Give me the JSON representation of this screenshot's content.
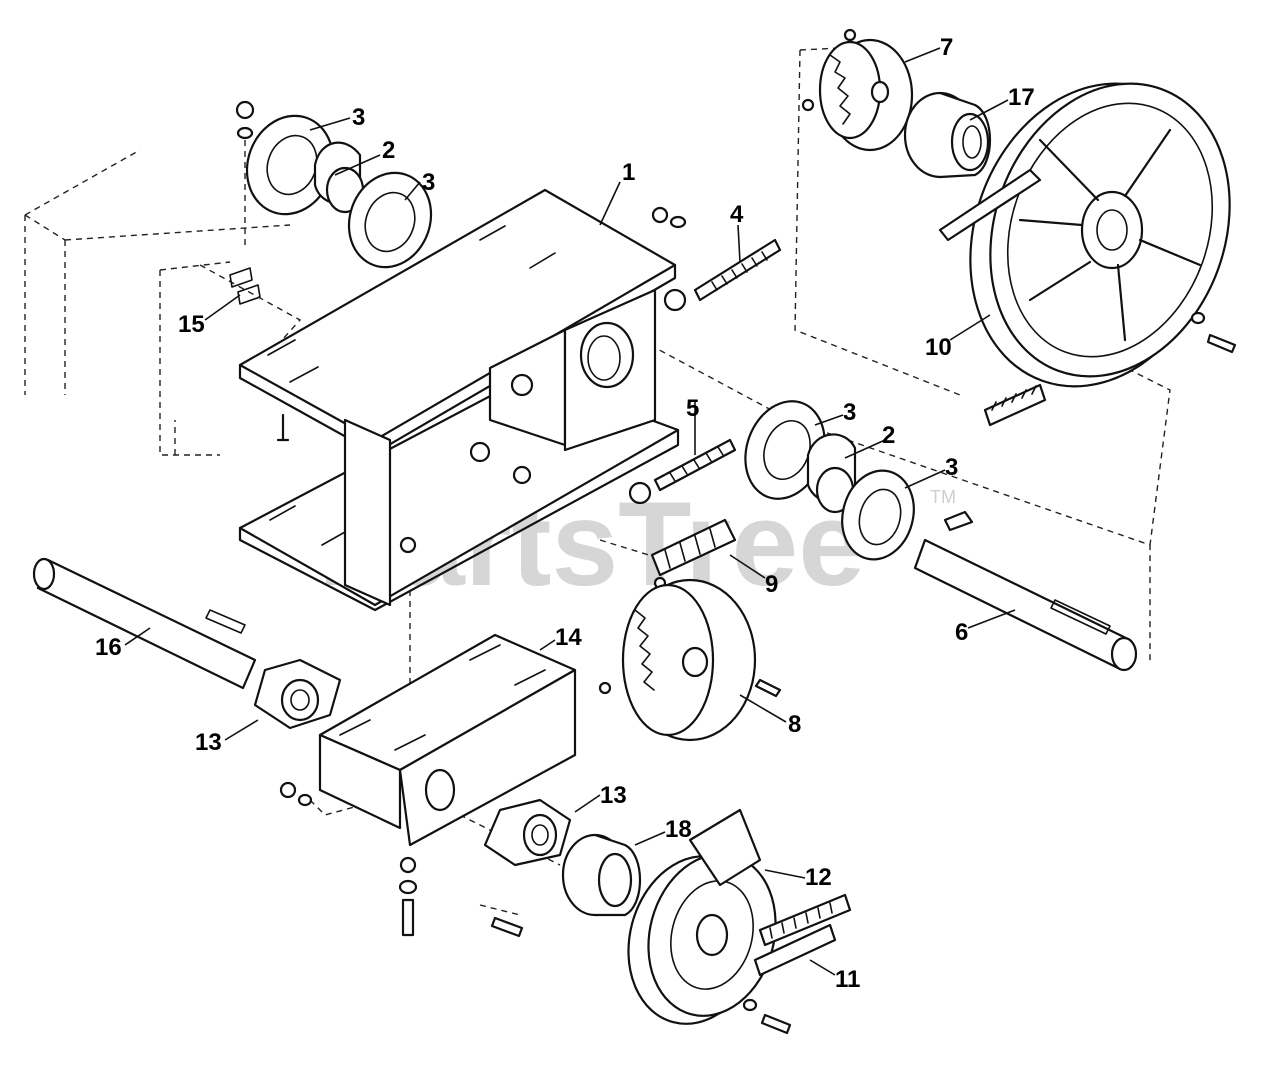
{
  "watermark": {
    "text": "PartsTree",
    "tm": "TM"
  },
  "callouts": [
    {
      "id": "1",
      "label": "1"
    },
    {
      "id": "2a",
      "label": "2"
    },
    {
      "id": "2b",
      "label": "2"
    },
    {
      "id": "3a",
      "label": "3"
    },
    {
      "id": "3b",
      "label": "3"
    },
    {
      "id": "3c",
      "label": "3"
    },
    {
      "id": "3d",
      "label": "3"
    },
    {
      "id": "4",
      "label": "4"
    },
    {
      "id": "5",
      "label": "5"
    },
    {
      "id": "6",
      "label": "6"
    },
    {
      "id": "7",
      "label": "7"
    },
    {
      "id": "8",
      "label": "8"
    },
    {
      "id": "9",
      "label": "9"
    },
    {
      "id": "10",
      "label": "10"
    },
    {
      "id": "11",
      "label": "11"
    },
    {
      "id": "12",
      "label": "12"
    },
    {
      "id": "13a",
      "label": "13"
    },
    {
      "id": "13b",
      "label": "13"
    },
    {
      "id": "14",
      "label": "14"
    },
    {
      "id": "15",
      "label": "15"
    },
    {
      "id": "16",
      "label": "16"
    },
    {
      "id": "17",
      "label": "17"
    },
    {
      "id": "18",
      "label": "18"
    }
  ]
}
